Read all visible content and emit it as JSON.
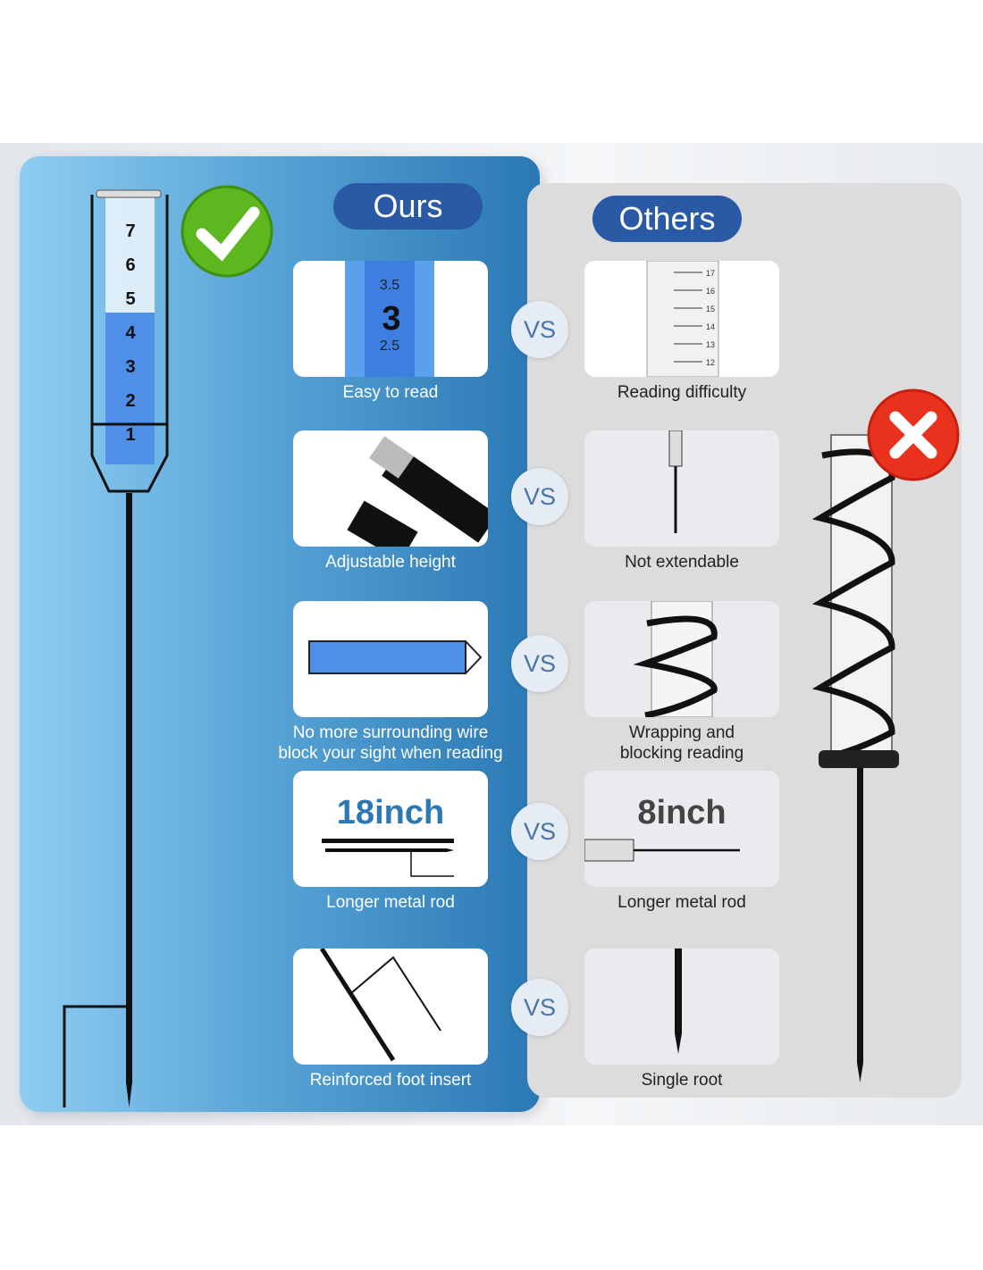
{
  "ours": {
    "title": "Ours",
    "features": [
      "Easy to read",
      "Adjustable height",
      "No more surrounding wire",
      "block your sight when reading",
      "Longer metal rod",
      "Reinforced foot insert"
    ],
    "length": "18inch"
  },
  "others": {
    "title": "Others",
    "features": [
      "Reading difficulty",
      "Not extendable",
      "Wrapping and",
      "blocking reading",
      "Longer metal rod",
      "Single root"
    ],
    "length": "8inch"
  },
  "vs": "VS",
  "gauge_scale": [
    "7",
    "6",
    "5",
    "4",
    "3",
    "2",
    "1"
  ],
  "card_scale": [
    "3.5",
    "3",
    "2.5"
  ],
  "other_scale": [
    "17",
    "16",
    "15",
    "14",
    "13",
    "12"
  ],
  "icons": {
    "ours": "check-icon",
    "others": "cross-icon"
  },
  "colors": {
    "accent": "#2a5aa5",
    "check": "#5cb81e",
    "cross": "#e8321e"
  }
}
